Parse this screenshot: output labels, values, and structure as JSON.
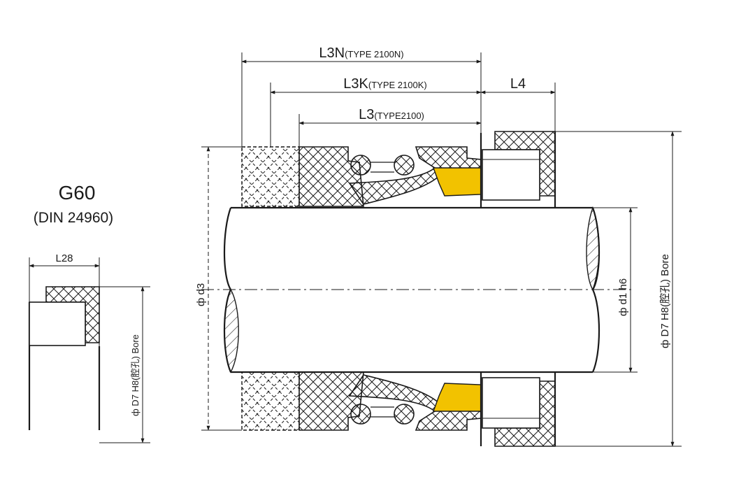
{
  "colors": {
    "line": "#1a1a1a",
    "face_ring": "#f2c200",
    "background": "#ffffff"
  },
  "title": {
    "model": "G60",
    "standard": "(DIN 24960)"
  },
  "dimensions": {
    "l3n": {
      "main": "L3N",
      "note": "(TYPE 2100N)"
    },
    "l3k": {
      "main": "L3K",
      "note": "(TYPE 2100K)"
    },
    "l3": {
      "main": "L3",
      "note": "(TYPE2100)"
    },
    "l4": "L4",
    "l28": "L28",
    "d3": "ф d3",
    "d1": "ф d1 h6",
    "d7_main": "ф D7  H8(腔孔) Bore",
    "d7_seat": "ф D7  H8(腔孔) Bore"
  }
}
